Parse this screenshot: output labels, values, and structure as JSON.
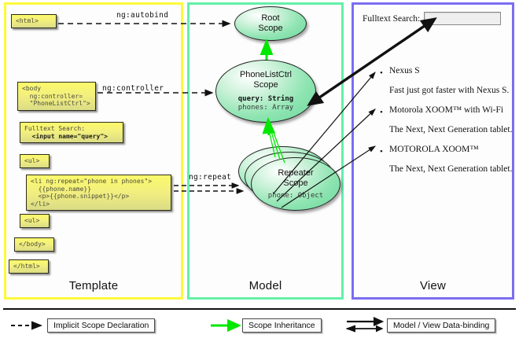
{
  "figure": {
    "title": "AngularJS Scopes: Template / Model / View",
    "columns": [
      {
        "key": "template",
        "label": "Template",
        "border_color": "#fdf93b"
      },
      {
        "key": "model",
        "label": "Model",
        "border_color": "#63f0a9"
      },
      {
        "key": "view",
        "label": "View",
        "border_color": "#7b6ef0"
      }
    ]
  },
  "template": {
    "boxes": [
      {
        "name": "html-open",
        "lines": [
          "<html>"
        ]
      },
      {
        "name": "body-open",
        "lines": [
          "<body",
          "  ng:controller=",
          "  \"PhoneListCtrl\">"
        ]
      },
      {
        "name": "fulltext-search",
        "lines": [
          "Fulltext Search:",
          "  <input name=\"query\">"
        ],
        "bold_from_line": 1
      },
      {
        "name": "ul-open",
        "lines": [
          "<ul>"
        ]
      },
      {
        "name": "li-repeat",
        "lines": [
          "<li ng:repeat=\"phone in phones\">",
          "  {{phone.name}}",
          "  <p>{{phone.snippet}}</p>",
          "</li>"
        ]
      },
      {
        "name": "ul-close",
        "lines": [
          "<ul>"
        ]
      },
      {
        "name": "body-close",
        "lines": [
          "</body>"
        ]
      },
      {
        "name": "html-close",
        "lines": [
          "</html>"
        ]
      }
    ]
  },
  "model": {
    "scopes": [
      {
        "name": "root-scope",
        "title_lines": [
          "Root",
          "Scope"
        ],
        "props": []
      },
      {
        "name": "phonelistctrl-scope",
        "title_lines": [
          "PhoneListCtrl",
          "Scope"
        ],
        "props": [
          {
            "key": "query:",
            "value": "String",
            "bold": true
          },
          {
            "key": "phones:",
            "value": "Array",
            "bold": false
          }
        ]
      },
      {
        "name": "repeater-scope",
        "title_lines": [
          "Repeater",
          "Scope"
        ],
        "props": [
          {
            "key": "phone:",
            "value": "Object",
            "bold": false
          }
        ],
        "stacked": 3
      }
    ]
  },
  "view": {
    "search_label": "Fulltext Search:",
    "search_value": "",
    "search_placeholder": "",
    "items": [
      {
        "title": "Nexus S",
        "snippet": "Fast just got faster with Nexus S."
      },
      {
        "title": "Motorola XOOM™  with Wi-Fi",
        "snippet": "The Next, Next Generation tablet."
      },
      {
        "title": "MOTOROLA XOOM™",
        "snippet": "The Next, Next Generation tablet."
      }
    ],
    "bullet_glyph": "•"
  },
  "connector_labels": [
    {
      "name": "ng-autobind",
      "text": "ng:autobind"
    },
    {
      "name": "ng-controller",
      "text": "ng:controller"
    },
    {
      "name": "ng-repeat",
      "text": "ng:repeat"
    }
  ],
  "legend": {
    "items": [
      {
        "name": "implicit-scope-declaration",
        "label": "Implicit Scope Declaration",
        "arrow": "dashed-black",
        "color": "#111111"
      },
      {
        "name": "scope-inheritance",
        "label": "Scope Inheritance",
        "arrow": "solid-green",
        "color": "#00e800"
      },
      {
        "name": "model-view-data-binding",
        "label": "Model / View Data-binding",
        "arrow": "double-black",
        "color": "#111111"
      }
    ]
  },
  "colors": {
    "template_border": "#fdf93b",
    "model_border": "#63f0a9",
    "view_border": "#7b6ef0",
    "code_box_fill": "#f6f36e",
    "scope_fill": "#8fe5b2",
    "inheritance_arrow": "#00e800"
  }
}
